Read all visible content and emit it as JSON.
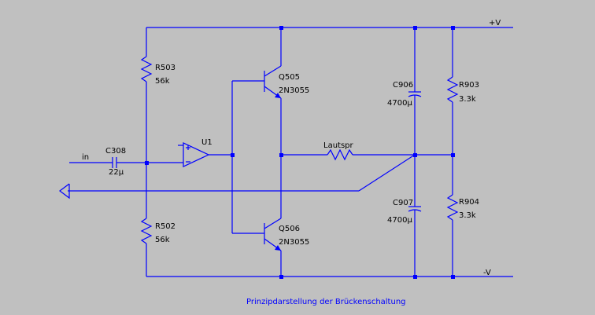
{
  "schematic": {
    "caption": "Prinzipdarstellung der Brückenschaltung",
    "rails": {
      "pos": "+V",
      "neg": "-V"
    },
    "input_label": "in",
    "opamp": "U1",
    "components": {
      "r503": {
        "ref": "R503",
        "value": "56k"
      },
      "r502": {
        "ref": "R502",
        "value": "56k"
      },
      "c308": {
        "ref": "C308",
        "value": "22µ"
      },
      "q505": {
        "ref": "Q505",
        "value": "2N3055"
      },
      "q506": {
        "ref": "Q506",
        "value": "2N3055"
      },
      "speaker": {
        "ref": "Lautspr"
      },
      "c906": {
        "ref": "C906",
        "value": "4700µ"
      },
      "c907": {
        "ref": "C907",
        "value": "4700µ"
      },
      "r903": {
        "ref": "R903",
        "value": "3.3k"
      },
      "r904": {
        "ref": "R904",
        "value": "3.3k"
      }
    },
    "colors": {
      "background": "#c0c0c0",
      "wire": "#0000ff",
      "text": "#000000"
    }
  }
}
